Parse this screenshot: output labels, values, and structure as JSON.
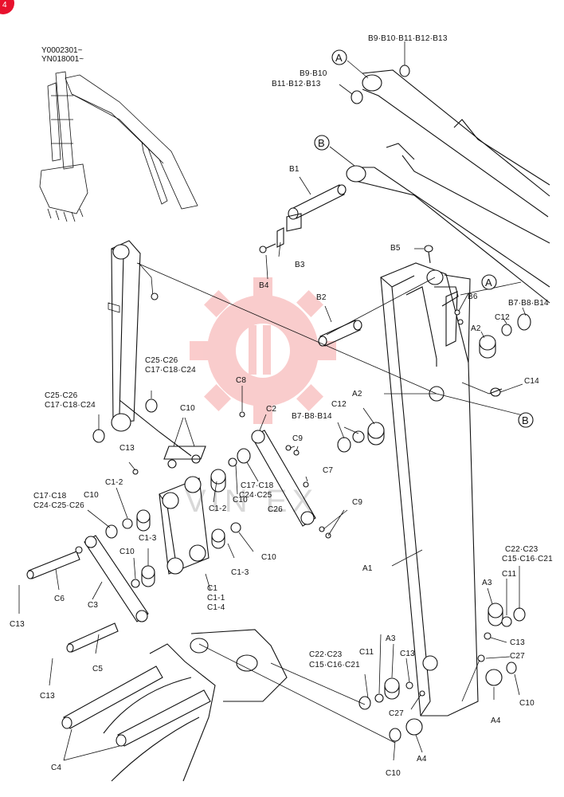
{
  "page": {
    "corner_badge": "4",
    "serial_ranges": [
      "Y0002301~",
      "YN018001~"
    ],
    "watermark_text": "VIN EX"
  },
  "callouts": {
    "A": "A",
    "B": "B"
  },
  "labels": {
    "b9_b13_top": "B9·B10·B11·B12·B13",
    "b9_b10": "B9·B10",
    "b11_b13": "B11·B12·B13",
    "b1": "B1",
    "b3": "B3",
    "b4": "B4",
    "b5": "B5",
    "b2": "B2",
    "b6": "B6",
    "b7_b8_b14_right": "B7·B8·B14",
    "a2_right": "A2",
    "c12_right": "C12",
    "c14": "C14",
    "a2_mid": "A2",
    "c12_mid": "C12",
    "b7_b8_b14_mid": "B7·B8·B14",
    "c8": "C8",
    "c2": "C2",
    "c9_top": "C9",
    "c7": "C7",
    "c9_bottom": "C9",
    "c17_c18_c24_c25": "C17·C18",
    "c24_c25_c26_mid": "C24·C25",
    "c26": "C26",
    "c25_c26_left": "C25·C26",
    "c17_c18_c24_left": "C17·C18·C24",
    "c25_c26_mid": "C25·C26",
    "c17_c18_c24_mid": "C17·C18·C24",
    "c10_top": "C10",
    "c13_upper": "C13",
    "c1_2_left": "C1-2",
    "c10_left": "C10",
    "c17_c18_farleft": "C17·C18",
    "c24_c25_c26_farleft": "C24·C25·C26",
    "c1_2_right": "C1-2",
    "c10_mid": "C10",
    "c1_3_left": "C1-3",
    "c10_lower": "C10",
    "c1_3_right": "C1-3",
    "c10_right_mid": "C10",
    "c1": "C1",
    "c1_1": "C1-1",
    "c1_4": "C1-4",
    "a1": "A1",
    "c6": "C6",
    "c3": "C3",
    "c13_left": "C13",
    "c5": "C5",
    "c13_lower_left": "C13",
    "c4": "C4",
    "c22_c23_right": "C22·C23",
    "c15_c16_c21_right": "C15·C16·C21",
    "c11_right": "C11",
    "a3_right": "A3",
    "c13_right": "C13",
    "c27_right": "C27",
    "a4_right": "A4",
    "c10_right": "C10",
    "c22_c23_bottom": "C22·C23",
    "c15_c16_c21_bottom": "C15·C16·C21",
    "c11_bottom": "C11",
    "a3_bottom": "A3",
    "c13_bottom": "C13",
    "c27_bottom": "C27",
    "a4_bottom": "A4",
    "c10_bottom": "C10"
  },
  "colors": {
    "badge": "#e8112d",
    "watermark": "#f5a3a3",
    "ink": "#111111"
  }
}
